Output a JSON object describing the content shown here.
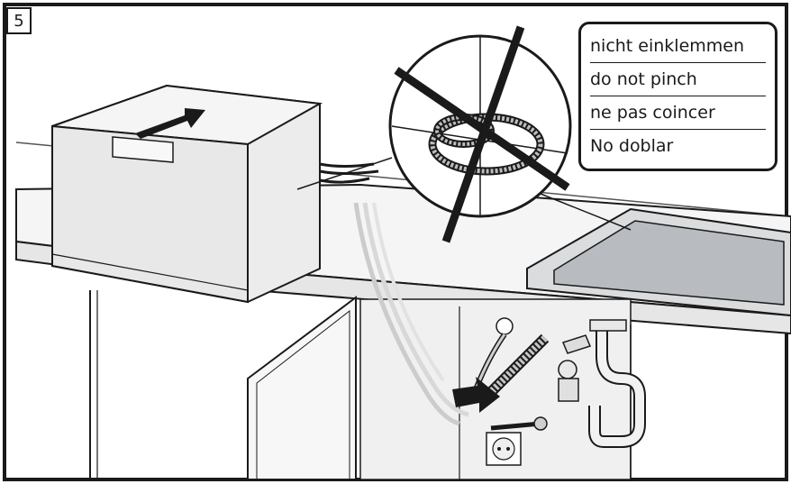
{
  "step": {
    "number": "5"
  },
  "warning": {
    "lines": [
      "nicht einklemmen",
      "do not pinch",
      "ne pas coincer",
      "No doblar"
    ]
  },
  "colors": {
    "outline": "#1a1a1a",
    "counter_fill": "#f4f4f4",
    "appliance_fill": "#ececec",
    "sink_fill": "#c7c9cc",
    "hose_fill": "#bdbdbd",
    "arrow_fill": "#1a1a1a"
  }
}
